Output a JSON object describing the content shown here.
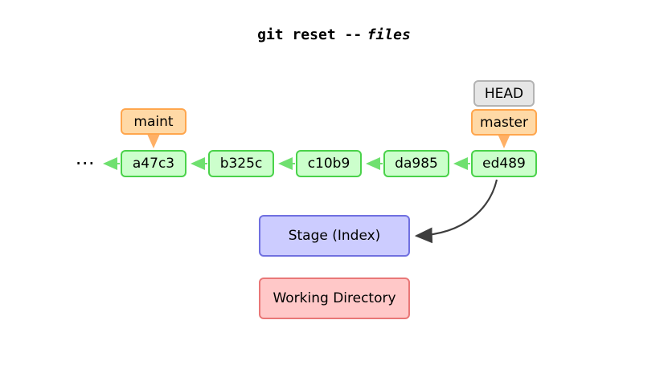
{
  "title": {
    "command": "git reset --",
    "arg": "files"
  },
  "graph": {
    "ellipsis": "⋯",
    "commits": [
      "a47c3",
      "b325c",
      "c10b9",
      "da985",
      "ed489"
    ],
    "branches": {
      "maint": "maint",
      "master": "master"
    },
    "head_label": "HEAD"
  },
  "areas": {
    "stage": "Stage (Index)",
    "working": "Working Directory"
  },
  "colors": {
    "commit_fill": "#ccffcc",
    "commit_border": "#4ad24a",
    "branch_fill": "#ffd9a6",
    "branch_border": "#ffa64d",
    "head_fill": "#e6e6e6",
    "head_border": "#b3b3b3",
    "stage_fill": "#ccccff",
    "stage_border": "#7070e0",
    "working_fill": "#ffc8c8",
    "working_border": "#e97777",
    "arrow_green": "#6fe06f",
    "arrow_orange": "#ffb066",
    "arrow_dark": "#3d3d3d"
  }
}
